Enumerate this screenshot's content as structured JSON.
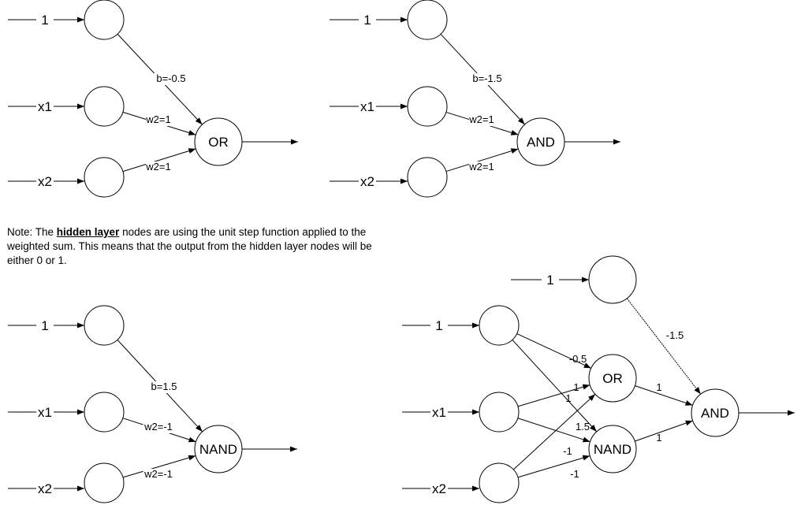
{
  "note": {
    "prefix": "Note: The ",
    "emphasis": "hidden layer",
    "suffix": " nodes are using the unit step function applied to the weighted sum. This means that the output from the hidden layer nodes will be either 0 or 1."
  },
  "nodes": {
    "a_n1": "",
    "a_n2": "",
    "a_n3": "",
    "a_out": "OR",
    "b_n1": "",
    "b_n2": "",
    "b_n3": "",
    "b_out": "AND",
    "c_n1": "",
    "c_n2": "",
    "c_n3": "",
    "c_out": "NAND",
    "d_n1": "",
    "d_n2": "",
    "d_n3": "",
    "d_top": "",
    "d_or": "OR",
    "d_nand": "NAND",
    "d_and": "AND"
  },
  "inputs": {
    "a_i1": "1",
    "a_i2": "x1",
    "a_i3": "x2",
    "b_i1": "1",
    "b_i2": "x1",
    "b_i3": "x2",
    "c_i1": "1",
    "c_i2": "x1",
    "c_i3": "x2",
    "d_i1": "1",
    "d_i2": "x1",
    "d_i3": "x2",
    "d_itop": "1"
  },
  "weights": {
    "a_b": "b=-0.5",
    "a_w1": "w2=1",
    "a_w2": "w2=1",
    "b_b": "b=-1.5",
    "b_w1": "w2=1",
    "b_w2": "w2=1",
    "c_b": "b=1.5",
    "c_w1": "w2=-1",
    "c_w2": "w2=-1",
    "d_top_and": "-1.5",
    "d_bias_or": "-0.5",
    "d_bias_nand": "1.5",
    "d_x1_or": "1",
    "d_x2_or": "1",
    "d_x1_nand": "-1",
    "d_x2_nand": "-1",
    "d_or_and": "1",
    "d_nand_and": "1"
  }
}
